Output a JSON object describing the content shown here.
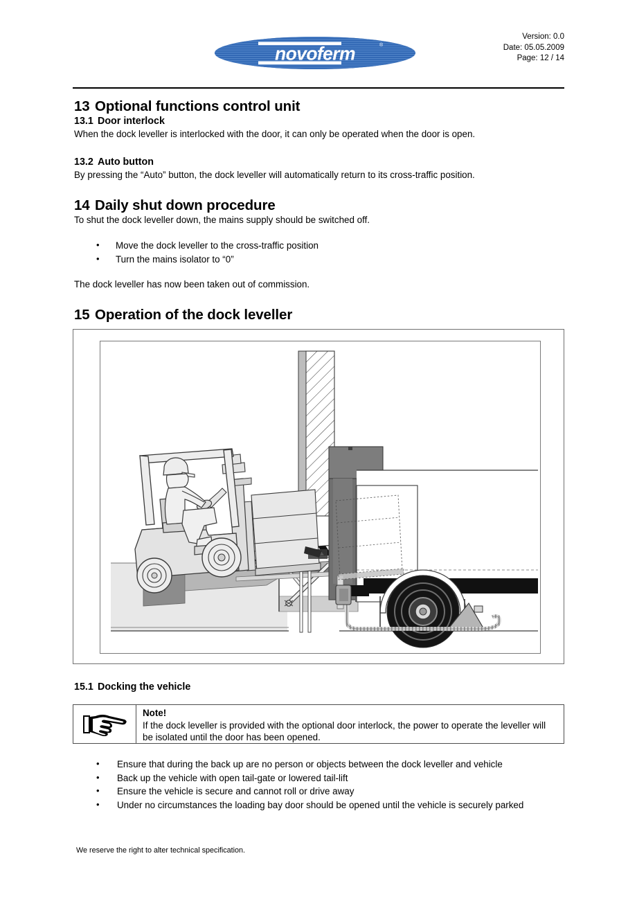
{
  "header": {
    "logo_text": "novoferm",
    "logo_trademark": "®",
    "logo_color": "#2f66b3",
    "version_line": "Version: 0.0",
    "date_line": "Date: 05.05.2009",
    "page_line": "Page: 12 / 14"
  },
  "sections": {
    "s13": {
      "number": "13",
      "title": "Optional functions control unit"
    },
    "s13_1": {
      "number": "13.1",
      "title": "Door interlock",
      "body": "When the dock leveller is interlocked with the door, it can only be operated when the door is open."
    },
    "s13_2": {
      "number": "13.2",
      "title": "Auto button",
      "body": "By pressing the “Auto” button, the dock leveller will automatically return to its cross-traffic position."
    },
    "s14": {
      "number": "14",
      "title": "Daily shut down procedure",
      "intro": "To shut the dock leveller down, the mains supply should be switched off.",
      "bullets": [
        "Move the dock leveller to the cross-traffic position",
        "Turn the mains isolator to “0”"
      ],
      "outro": "The dock leveller has now been taken out of commission."
    },
    "s15": {
      "number": "15",
      "title": "Operation of the dock leveller"
    },
    "s15_1": {
      "number": "15.1",
      "title": "Docking the vehicle",
      "bullets": [
        "Ensure that during the back up are no person or objects between the dock leveller and vehicle",
        "Back up the vehicle with open tail-gate or lowered tail-lift",
        "Ensure the vehicle is secure and cannot roll or drive away",
        "Under no circumstances the loading bay door should be opened until the vehicle is securely parked"
      ]
    }
  },
  "note": {
    "icon": "pointing-hand-icon",
    "title": "Note!",
    "body": "If the dock leveller is provided with the optional door interlock, the power to operate the leveller will be isolated until the door has been opened."
  },
  "illustration": {
    "name": "dock-leveller-operation-diagram",
    "description": "Technical side-section drawing: a forklift with driver carrying a palletised load drives up the inclined dock leveller ramp into the rear of a docked truck trailer. A sectioned building wall with a door sits at the dock face; the hydraulic dock leveller lip with black and yellow hazard stripes spans the gap, the pit and hydraulic cylinder are visible below, and a wheel chock with cable secures the trailer wheel.",
    "colors": {
      "outline": "#3a3a3a",
      "light_fill": "#e8e8e8",
      "mid_fill": "#c9c9c9",
      "dark_fill": "#8c8c8c",
      "wall_fill": "#7d7d7d",
      "tyre": "#141414",
      "hazard_dark": "#111111",
      "hazard_light": "#ffffff"
    }
  },
  "footer": {
    "text": "We reserve the right to alter technical specification."
  }
}
